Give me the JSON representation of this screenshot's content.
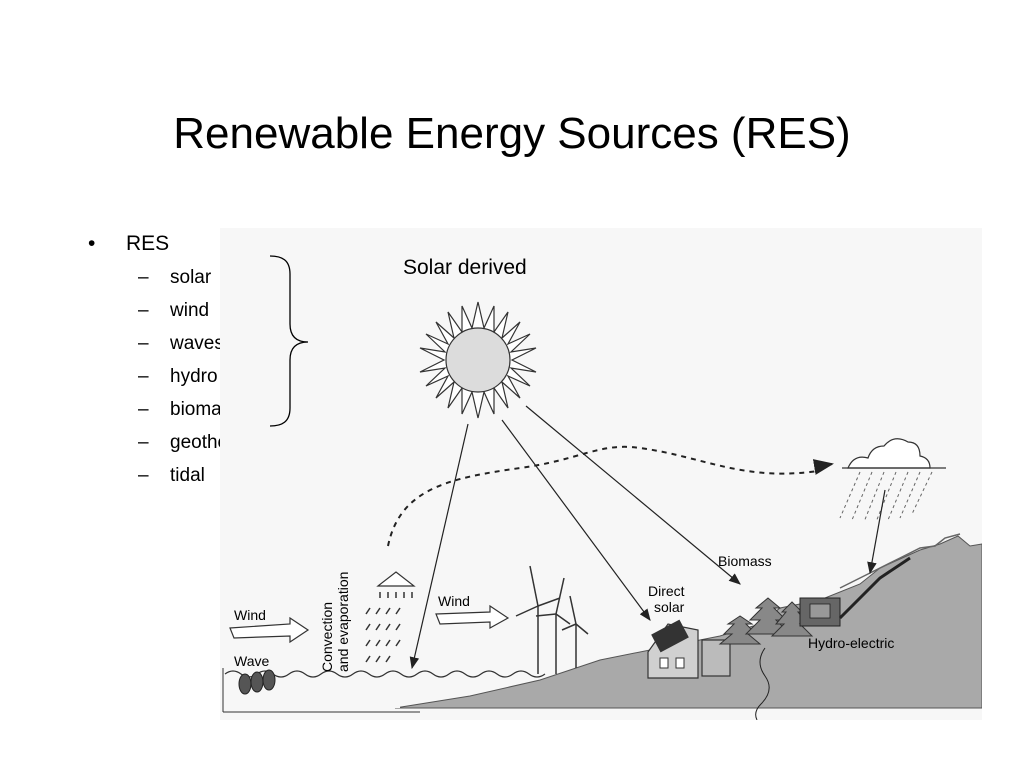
{
  "title": "Renewable Energy Sources (RES)",
  "bullets": {
    "marker": "•",
    "sub_marker": "–",
    "main": "RES",
    "items": [
      "solar",
      "wind",
      "waves",
      "hydro",
      "biomass",
      "geothermal",
      "tidal"
    ]
  },
  "diagram": {
    "group_label": "Solar derived",
    "labels": {
      "wind_left": "Wind",
      "wave": "Wave",
      "convection_line1": "Convection",
      "convection_line2": "and evaporation",
      "wind_mid": "Wind",
      "direct_line1": "Direct",
      "direct_line2": "solar",
      "biomass": "Biomass",
      "hydro": "Hydro-electric"
    }
  }
}
